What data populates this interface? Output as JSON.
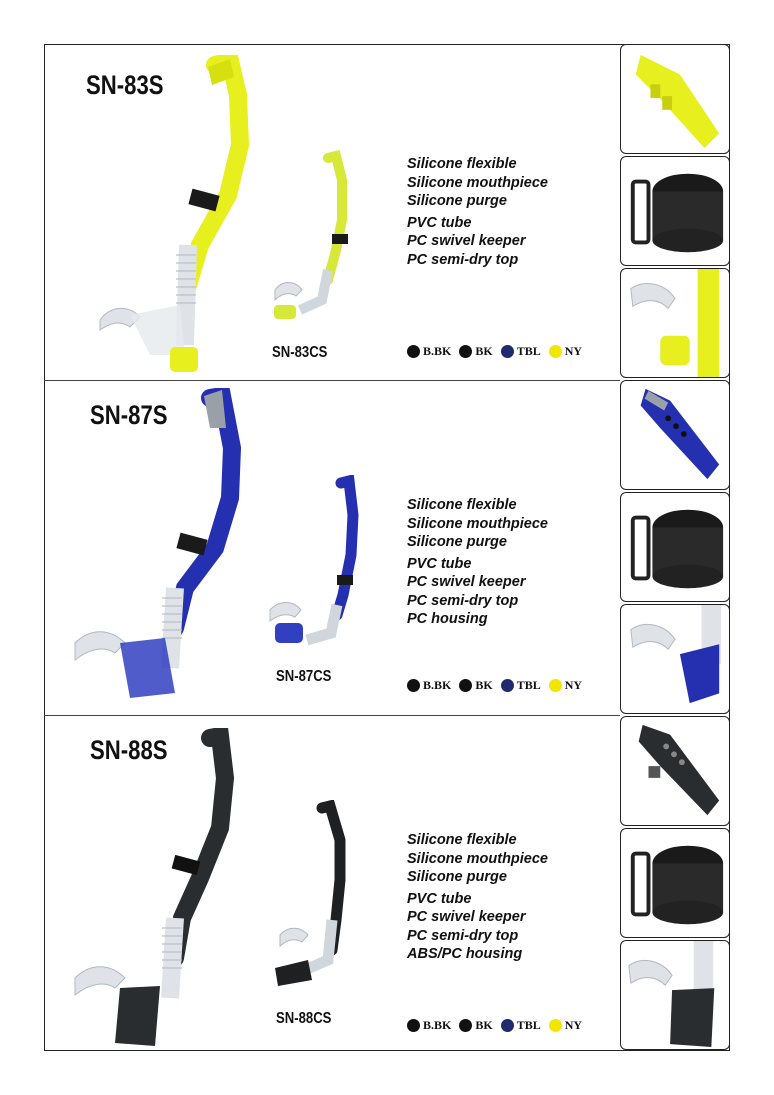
{
  "sections": [
    {
      "model": "SN-83S",
      "submodel": "SN-83CS",
      "tube_color": "#e8ef1f",
      "features": [
        "Silicone flexible",
        "Silicone mouthpiece",
        "Silicone purge",
        "PVC tube",
        "PC swivel keeper",
        "PC semi-dry top"
      ],
      "colors": [
        {
          "label": "B.BK",
          "hex": "#111111"
        },
        {
          "label": "BK",
          "hex": "#111111"
        },
        {
          "label": "TBL",
          "hex": "#1f2b6e"
        },
        {
          "label": "NY",
          "hex": "#f2e600"
        }
      ],
      "thumbnails": [
        "semi-dry-top-closeup",
        "swivel-keeper-closeup",
        "mouthpiece-purge-closeup"
      ]
    },
    {
      "model": "SN-87S",
      "submodel": "SN-87CS",
      "tube_color": "#2430b0",
      "features": [
        "Silicone flexible",
        "Silicone mouthpiece",
        "Silicone purge",
        "PVC tube",
        "PC swivel keeper",
        "PC semi-dry top",
        "PC housing"
      ],
      "colors": [
        {
          "label": "B.BK",
          "hex": "#111111"
        },
        {
          "label": "BK",
          "hex": "#111111"
        },
        {
          "label": "TBL",
          "hex": "#1f2b6e"
        },
        {
          "label": "NY",
          "hex": "#f2e600"
        }
      ],
      "thumbnails": [
        "semi-dry-top-closeup",
        "swivel-keeper-closeup",
        "mouthpiece-purge-closeup"
      ]
    },
    {
      "model": "SN-88S",
      "submodel": "SN-88CS",
      "tube_color": "#2a2d2f",
      "features": [
        "Silicone flexible",
        "Silicone mouthpiece",
        "Silicone purge",
        "PVC tube",
        "PC swivel keeper",
        "PC semi-dry top",
        "ABS/PC housing"
      ],
      "colors": [
        {
          "label": "B.BK",
          "hex": "#111111"
        },
        {
          "label": "BK",
          "hex": "#111111"
        },
        {
          "label": "TBL",
          "hex": "#1f2b6e"
        },
        {
          "label": "NY",
          "hex": "#f2e600"
        }
      ],
      "thumbnails": [
        "semi-dry-top-closeup",
        "swivel-keeper-closeup",
        "mouthpiece-purge-closeup"
      ]
    }
  ]
}
